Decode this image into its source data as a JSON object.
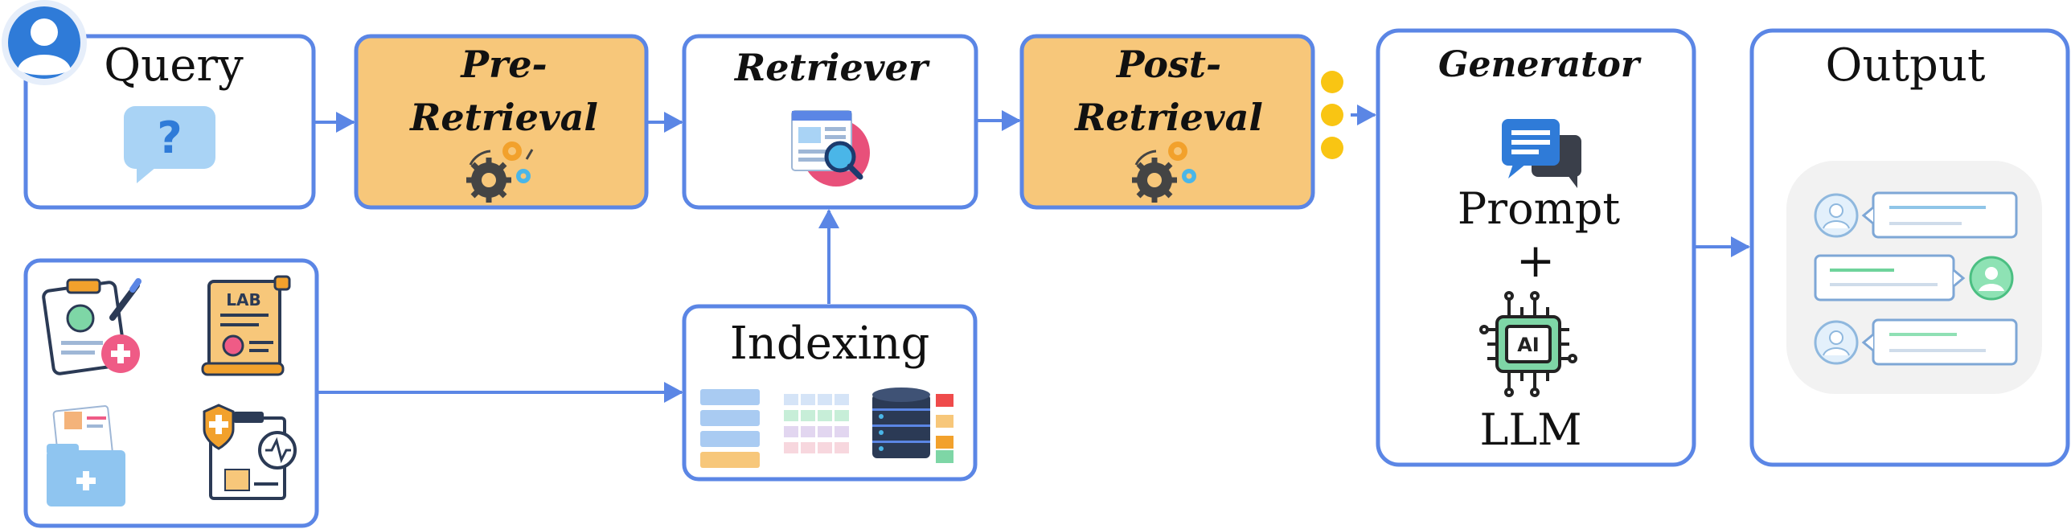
{
  "nodes": {
    "query": "Query",
    "pre_retrieval": [
      "Pre-",
      "Retrieval"
    ],
    "retriever": "Retriever",
    "post_retrieval": [
      "Post-",
      "Retrieval"
    ],
    "generator": "Generator",
    "output": "Output",
    "indexing": "Indexing"
  },
  "generator_parts": {
    "prompt": "Prompt",
    "plus": "+",
    "llm": "LLM",
    "chip_label": "AI"
  },
  "icons": {
    "query": "question-bubble-icon",
    "pre_retrieval": "gears-icon",
    "retriever": "search-document-icon",
    "post_retrieval": "gears-icon",
    "generator_prompt": "chat-bubbles-icon",
    "generator_llm": "ai-chip-icon",
    "output": "chat-conversation-icon",
    "sources": [
      "medical-record-icon",
      "lab-report-icon",
      "patient-folder-icon",
      "health-report-icon"
    ],
    "indexing": [
      "list-blocks-icon",
      "table-grid-icon",
      "database-icon"
    ]
  },
  "lab_text": "LAB",
  "colors": {
    "border": "#5b86e5",
    "arrow": "#5b86e5",
    "highlight_fill": "#f7c77a",
    "dots": "#f9c513"
  }
}
